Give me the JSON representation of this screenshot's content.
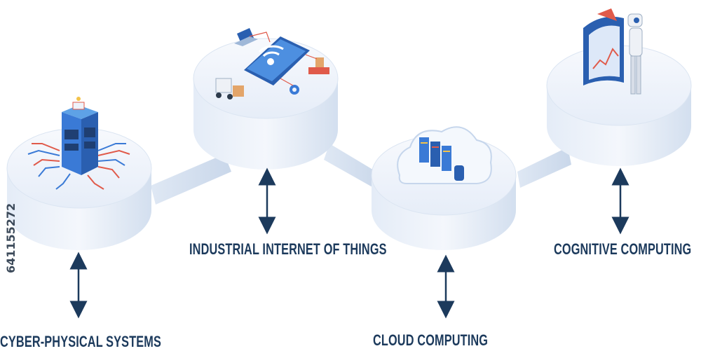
{
  "stages": [
    {
      "label": "CYBER-PHYSICAL SYSTEMS",
      "icon": "server-chip-icon"
    },
    {
      "label": "INDUSTRIAL INTERNET OF THINGS",
      "icon": "smartphone-wifi-icon"
    },
    {
      "label": "CLOUD COMPUTING",
      "icon": "cloud-servers-icon"
    },
    {
      "label": "COGNITIVE COMPUTING",
      "icon": "robot-screen-icon"
    }
  ],
  "stock_id": "641155272",
  "colors": {
    "platform_top": "#eef3fb",
    "platform_side": "#d6e2f2",
    "label": "#1c3a5c",
    "arrow": "#1c3a5c",
    "accent_blue": "#3a7ad6",
    "accent_red": "#e04a3a"
  }
}
